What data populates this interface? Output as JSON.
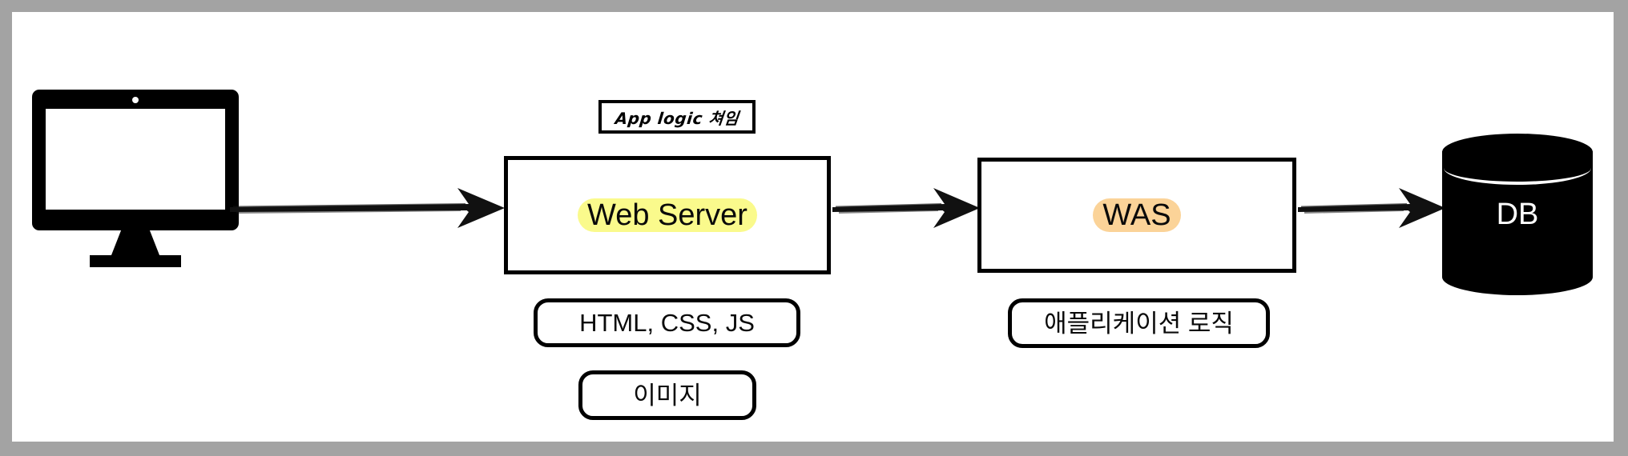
{
  "diagram": {
    "title": "Web Server / WAS / DB architecture flow",
    "frame": {
      "border_color": "#a3a3a3",
      "background_color": "#ffffff"
    },
    "nodes": {
      "client": {
        "icon": "desktop-monitor-icon",
        "label": ""
      },
      "web_server": {
        "label": "Web Server",
        "highlight_color": "#fafa8c"
      },
      "was": {
        "label": "WAS",
        "highlight_color": "#fbd398"
      },
      "db": {
        "label": "DB",
        "shape": "cylinder",
        "fill_color": "#000000",
        "text_color": "#ffffff"
      }
    },
    "annotations": {
      "app_logic_note": "App logic 쳐임",
      "web_server_tags": [
        "HTML, CSS, JS",
        "이미지"
      ],
      "was_tags": [
        "애플리케이션 로직"
      ]
    },
    "arrows": [
      {
        "name": "client-to-web-server",
        "from": "client",
        "to": "web_server",
        "style": "sketchy"
      },
      {
        "name": "web-server-to-was",
        "from": "web_server",
        "to": "was",
        "style": "sketchy"
      },
      {
        "name": "was-to-db",
        "from": "was",
        "to": "db",
        "style": "sketchy"
      }
    ]
  }
}
